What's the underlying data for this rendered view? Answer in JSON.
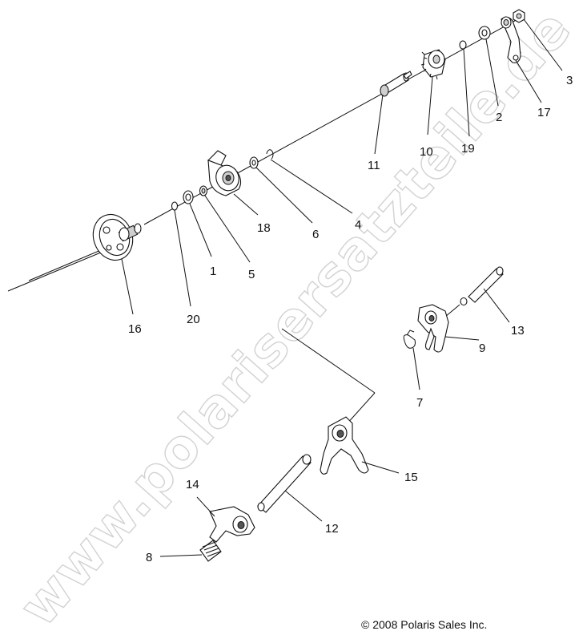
{
  "watermark": "www.polarisersatzteile.de",
  "copyright": "© 2008 Polaris Sales Inc.",
  "callouts": {
    "c1": "1",
    "c2": "2",
    "c3": "3",
    "c4": "4",
    "c5": "5",
    "c6": "6",
    "c7": "7",
    "c8": "8",
    "c9": "9",
    "c10": "10",
    "c11": "11",
    "c12": "12",
    "c13": "13",
    "c14": "14",
    "c15": "15",
    "c16": "16",
    "c17": "17",
    "c18": "18",
    "c19": "19",
    "c20": "20"
  }
}
